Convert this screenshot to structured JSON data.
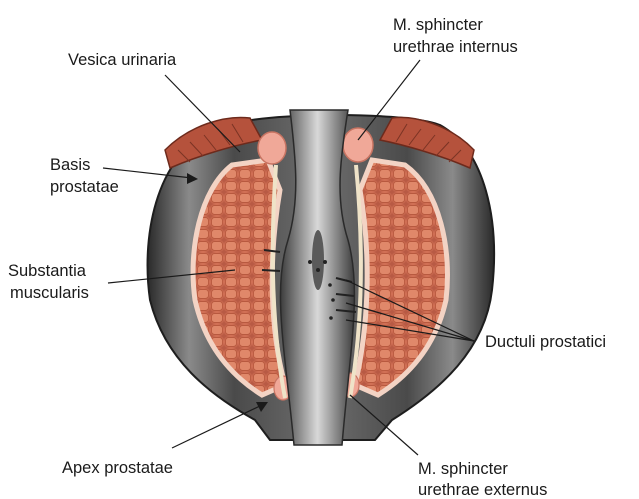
{
  "labels": {
    "vesica": "Vesica urinaria",
    "sphincter_int_1": "M. sphincter",
    "sphincter_int_2": "urethrae internus",
    "basis_1": "Basis",
    "basis_2": "prostatae",
    "substantia_1": "Substantia",
    "substantia_2": "muscularis",
    "ductuli": "Ductuli prostatici",
    "apex": "Apex prostatae",
    "sphincter_ext_1": "M. sphincter",
    "sphincter_ext_2": "urethrae externus"
  }
}
